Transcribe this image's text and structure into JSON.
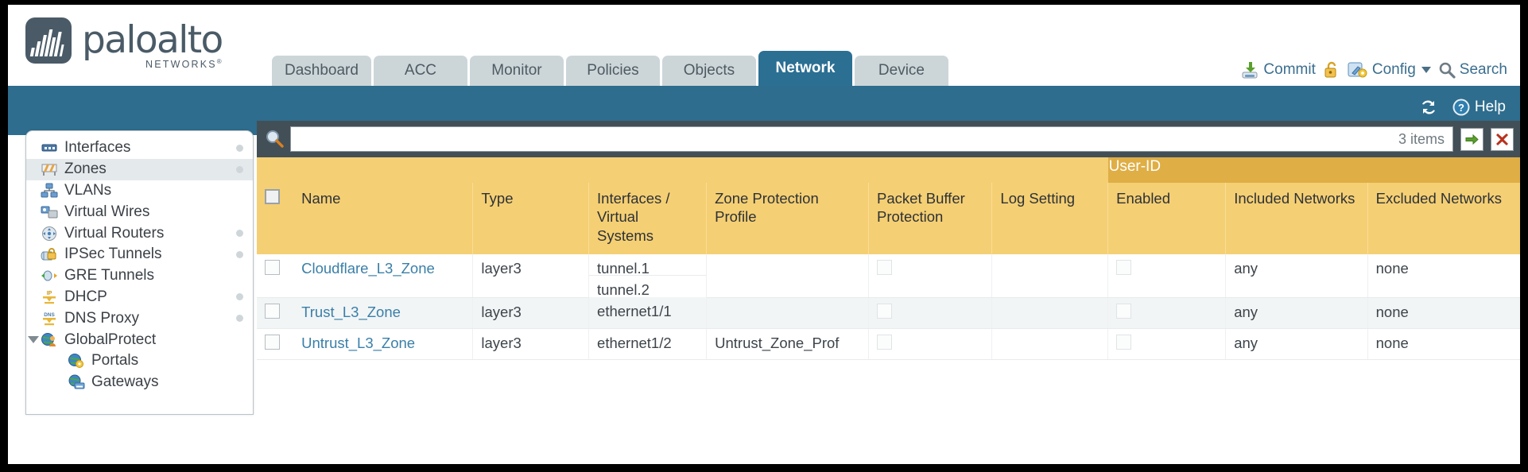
{
  "brand": {
    "name": "paloalto",
    "tagline": "NETWORKS",
    "registered": "®"
  },
  "nav": {
    "tabs": [
      {
        "label": "Dashboard",
        "active": false
      },
      {
        "label": "ACC",
        "active": false
      },
      {
        "label": "Monitor",
        "active": false
      },
      {
        "label": "Policies",
        "active": false
      },
      {
        "label": "Objects",
        "active": false
      },
      {
        "label": "Network",
        "active": true
      },
      {
        "label": "Device",
        "active": false
      }
    ]
  },
  "top_actions": {
    "commit": "Commit",
    "lock_icon": "padlock-icon",
    "config": "Config",
    "search": "Search"
  },
  "band": {
    "refresh_icon": "refresh-icon",
    "help": "Help"
  },
  "sidebar": {
    "items": [
      {
        "label": "Interfaces",
        "icon": "interfaces-icon",
        "selected": false,
        "dot": true,
        "indent": false,
        "triangle": false
      },
      {
        "label": "Zones",
        "icon": "zones-icon",
        "selected": true,
        "dot": true,
        "indent": false,
        "triangle": false
      },
      {
        "label": "VLANs",
        "icon": "vlans-icon",
        "selected": false,
        "dot": false,
        "indent": false,
        "triangle": false
      },
      {
        "label": "Virtual Wires",
        "icon": "virtual-wires-icon",
        "selected": false,
        "dot": false,
        "indent": false,
        "triangle": false
      },
      {
        "label": "Virtual Routers",
        "icon": "virtual-routers-icon",
        "selected": false,
        "dot": true,
        "indent": false,
        "triangle": false
      },
      {
        "label": "IPSec Tunnels",
        "icon": "ipsec-tunnels-icon",
        "selected": false,
        "dot": true,
        "indent": false,
        "triangle": false
      },
      {
        "label": "GRE Tunnels",
        "icon": "gre-tunnels-icon",
        "selected": false,
        "dot": false,
        "indent": false,
        "triangle": false
      },
      {
        "label": "DHCP",
        "icon": "dhcp-icon",
        "selected": false,
        "dot": true,
        "indent": false,
        "triangle": false
      },
      {
        "label": "DNS Proxy",
        "icon": "dns-proxy-icon",
        "selected": false,
        "dot": true,
        "indent": false,
        "triangle": false
      },
      {
        "label": "GlobalProtect",
        "icon": "globalprotect-icon",
        "selected": false,
        "dot": false,
        "indent": false,
        "triangle": true
      },
      {
        "label": "Portals",
        "icon": "portals-icon",
        "selected": false,
        "dot": false,
        "indent": true,
        "triangle": false
      },
      {
        "label": "Gateways",
        "icon": "gateways-icon",
        "selected": false,
        "dot": false,
        "indent": true,
        "triangle": false
      }
    ]
  },
  "search": {
    "value": "",
    "placeholder": "",
    "items_count": "3 items",
    "apply_icon": "green-arrow-icon",
    "clear_icon": "red-x-icon"
  },
  "table": {
    "group_header": "User-ID",
    "columns": [
      "Name",
      "Type",
      "Interfaces / Virtual Systems",
      "Zone Protection Profile",
      "Packet Buffer Protection",
      "Log Setting",
      "Enabled",
      "Included Networks",
      "Excluded Networks"
    ],
    "rows": [
      {
        "name": "Cloudflare_L3_Zone",
        "type": "layer3",
        "interfaces": [
          "tunnel.1",
          "tunnel.2"
        ],
        "zone_protection_profile": "",
        "packet_buffer_protection": false,
        "log_setting": "",
        "userid_enabled": false,
        "included_networks": "any",
        "excluded_networks": "none"
      },
      {
        "name": "Trust_L3_Zone",
        "type": "layer3",
        "interfaces": [
          "ethernet1/1"
        ],
        "zone_protection_profile": "",
        "packet_buffer_protection": false,
        "log_setting": "",
        "userid_enabled": false,
        "included_networks": "any",
        "excluded_networks": "none"
      },
      {
        "name": "Untrust_L3_Zone",
        "type": "layer3",
        "interfaces": [
          "ethernet1/2"
        ],
        "zone_protection_profile": "Untrust_Zone_Prof",
        "packet_buffer_protection": false,
        "log_setting": "",
        "userid_enabled": false,
        "included_networks": "any",
        "excluded_networks": "none"
      }
    ]
  },
  "colors": {
    "brand_slate": "#4a5b67",
    "tab_active": "#2b6f93",
    "tab_inactive": "#ccd6d9",
    "band_blue": "#2e6d8e",
    "header_gold": "#f5cf73",
    "group_gold": "#dfae45",
    "link_blue": "#3a7fa8",
    "toolbar_dark": "#424f57"
  }
}
